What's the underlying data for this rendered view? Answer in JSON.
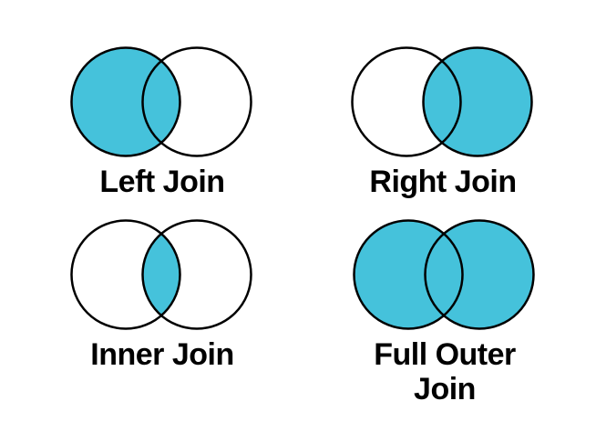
{
  "colors": {
    "region_fill": "#45c2db",
    "unshaded_fill": "#ffffff",
    "outline": "#000000",
    "label_color": "#000000",
    "background": "#ffffff"
  },
  "diagrams": [
    {
      "id": "left-join",
      "label": "Left Join",
      "shaded": [
        "left",
        "intersection"
      ]
    },
    {
      "id": "right-join",
      "label": "Right Join",
      "shaded": [
        "right",
        "intersection"
      ]
    },
    {
      "id": "inner-join",
      "label": "Inner Join",
      "shaded": [
        "intersection"
      ]
    },
    {
      "id": "full-outer-join",
      "label": "Full Outer Join",
      "shaded": [
        "left",
        "intersection",
        "right"
      ]
    }
  ]
}
